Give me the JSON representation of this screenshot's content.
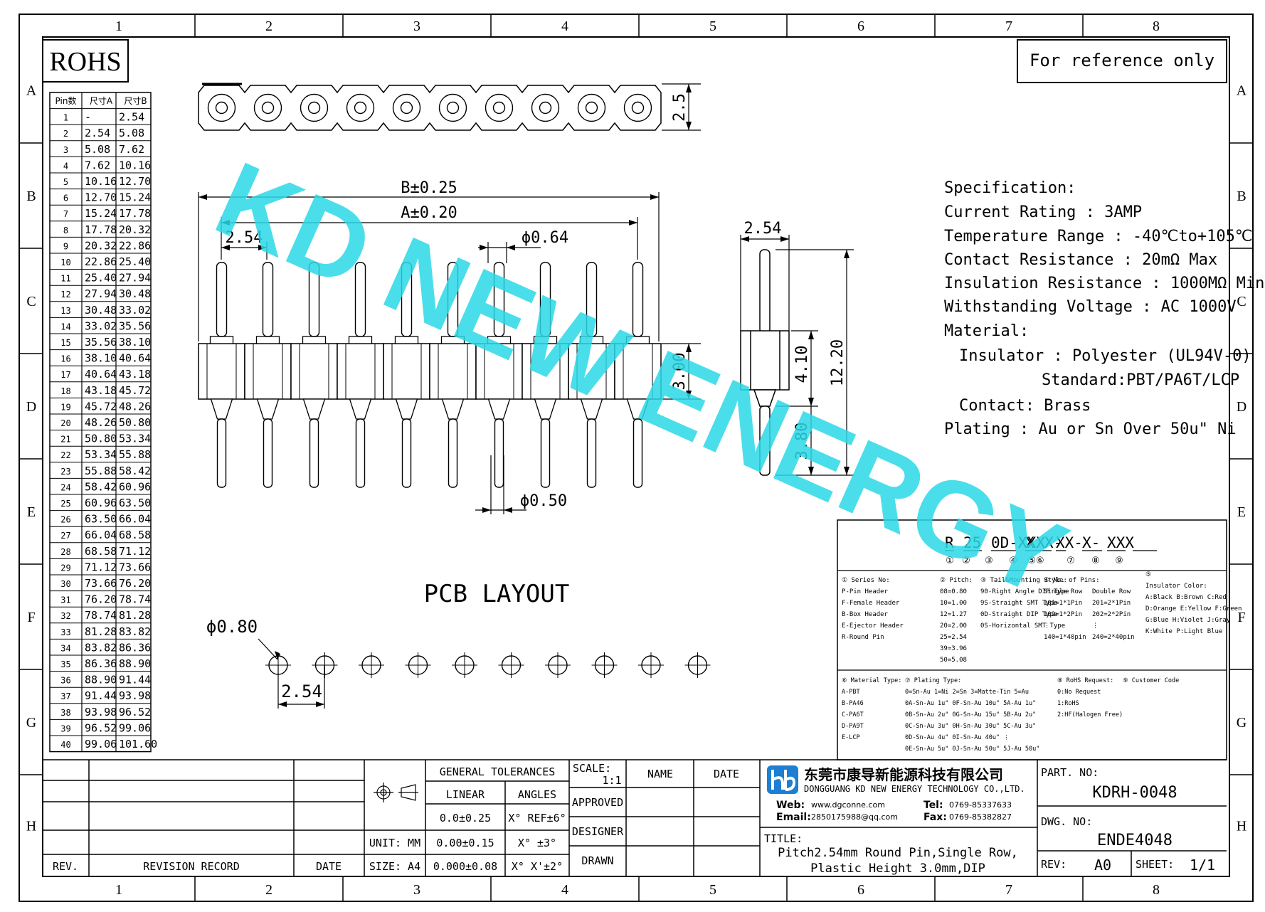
{
  "frame": {
    "col_labels": [
      "1",
      "2",
      "3",
      "4",
      "5",
      "6",
      "7",
      "8"
    ],
    "row_labels": [
      "A",
      "B",
      "C",
      "D",
      "E",
      "F",
      "G",
      "H"
    ]
  },
  "rohs": "ROHS",
  "reference": "For reference only",
  "watermark": "KD NEW ENERGY",
  "pin_table": {
    "headers": [
      "Pin数",
      "尺寸A",
      "尺寸B"
    ],
    "rows": [
      [
        "1",
        "-",
        "2.54"
      ],
      [
        "2",
        "2.54",
        "5.08"
      ],
      [
        "3",
        "5.08",
        "7.62"
      ],
      [
        "4",
        "7.62",
        "10.16"
      ],
      [
        "5",
        "10.16",
        "12.70"
      ],
      [
        "6",
        "12.70",
        "15.24"
      ],
      [
        "7",
        "15.24",
        "17.78"
      ],
      [
        "8",
        "17.78",
        "20.32"
      ],
      [
        "9",
        "20.32",
        "22.86"
      ],
      [
        "10",
        "22.86",
        "25.40"
      ],
      [
        "11",
        "25.40",
        "27.94"
      ],
      [
        "12",
        "27.94",
        "30.48"
      ],
      [
        "13",
        "30.48",
        "33.02"
      ],
      [
        "14",
        "33.02",
        "35.56"
      ],
      [
        "15",
        "35.56",
        "38.10"
      ],
      [
        "16",
        "38.10",
        "40.64"
      ],
      [
        "17",
        "40.64",
        "43.18"
      ],
      [
        "18",
        "43.18",
        "45.72"
      ],
      [
        "19",
        "45.72",
        "48.26"
      ],
      [
        "20",
        "48.26",
        "50.80"
      ],
      [
        "21",
        "50.80",
        "53.34"
      ],
      [
        "22",
        "53.34",
        "55.88"
      ],
      [
        "23",
        "55.88",
        "58.42"
      ],
      [
        "24",
        "58.42",
        "60.96"
      ],
      [
        "25",
        "60.96",
        "63.50"
      ],
      [
        "26",
        "63.50",
        "66.04"
      ],
      [
        "27",
        "66.04",
        "68.58"
      ],
      [
        "28",
        "68.58",
        "71.12"
      ],
      [
        "29",
        "71.12",
        "73.66"
      ],
      [
        "30",
        "73.66",
        "76.20"
      ],
      [
        "31",
        "76.20",
        "78.74"
      ],
      [
        "32",
        "78.74",
        "81.28"
      ],
      [
        "33",
        "81.28",
        "83.82"
      ],
      [
        "34",
        "83.82",
        "86.36"
      ],
      [
        "35",
        "86.36",
        "88.90"
      ],
      [
        "36",
        "88.90",
        "91.44"
      ],
      [
        "37",
        "91.44",
        "93.98"
      ],
      [
        "38",
        "93.98",
        "96.52"
      ],
      [
        "39",
        "96.52",
        "99.06"
      ],
      [
        "40",
        "99.06",
        "101.60"
      ]
    ]
  },
  "dims": {
    "top_height": "2.5",
    "b_dim": "B±0.25",
    "a_dim": "A±0.20",
    "pitch_front": "2.54",
    "pin_dia_top": "ϕ0.64",
    "body_height": "3.00",
    "pin_dia_bottom": "ϕ0.50",
    "side_width": "2.54",
    "side_body": "4.10",
    "side_total": "12.20",
    "side_tail": "3.80"
  },
  "pcb": {
    "title": "PCB LAYOUT",
    "hole_dia": "ϕ0.80",
    "pitch": "2.54"
  },
  "specification": {
    "heading": "Specification:",
    "lines": [
      "Current Rating : 3AMP",
      "Temperature Range : -40℃to+105℃",
      "Contact Resistance : 20mΩ Max",
      "Insulation Resistance : 1000MΩ Min",
      "Withstanding Voltage : AC 1000V",
      "Material:"
    ],
    "insulator": "Insulator : Polyester (UL94V-0)",
    "standard": "Standard:PBT/PA6T/LCP",
    "contact": "Contact: Brass",
    "plating": "Plating : Au or Sn Over 50u\" Ni"
  },
  "part_code": {
    "segments": [
      "R",
      "25",
      "0D-XXX",
      "X",
      "X-",
      "XX-",
      "X-",
      "XXX"
    ],
    "markers": [
      "①",
      "②",
      "③",
      "④",
      "⑤⑥",
      "⑦",
      "⑧",
      "⑨"
    ],
    "col1": [
      "① Series No:",
      "P-Pin Header",
      "F-Female Header",
      "B-Box Header",
      "E-Ejector Header",
      "R-Round Pin"
    ],
    "col2": [
      "② Pitch:",
      "08=0.80",
      "10=1.00",
      "12=1.27",
      "20=2.00",
      "25=2.54",
      "39=3.96",
      "50=5.08"
    ],
    "col3": [
      "③ Tail&Mounting Style:",
      "90-Right Angle DIP Type",
      "9S-Straight SMT Type",
      "0D-Straight DIP Type",
      "0S-Horizontal SMT Type"
    ],
    "col4": [
      "④ No. of Pins:",
      "Single Row",
      "101=1*1Pin",
      "102=1*2Pin",
      "⋮",
      "140=1*40pin"
    ],
    "col4b": [
      "",
      "Double Row",
      "201=2*1Pin",
      "202=2*2Pin",
      "⋮",
      "240=2*40pin"
    ],
    "col5": [
      "⑤",
      "Insulator Color:",
      "A:Black  B:Brown  C:Red",
      "D:Orange E:Yellow F:Green",
      "G:Blue   H:Violet J:Gray",
      "K:White  P:Light Blue"
    ],
    "col6": [
      "⑥ Material Type:",
      "A-PBT",
      "B-PA46",
      "C-PA6T",
      "D-PA9T",
      "E-LCP"
    ],
    "col7": [
      "⑦ Plating Type:",
      "0=Sn-Au 1=Ni 2=Sn 3=Matte-Tin 5=Au",
      "0A-Sn-Au 1u\" 0F-Sn-Au 10u\" 5A-Au 1u\"",
      "0B-Sn-Au 2u\" 0G-Sn-Au 15u\" 5B-Au 2u\"",
      "0C-Sn-Au 3u\" 0H-Sn-Au 30u\" 5C-Au 3u\"",
      "0D-Sn-Au 4u\" 0I-Sn-Au 40u\"  ⋮",
      "0E-Sn-Au 5u\" 0J-Sn-Au 50u\" 5J-Au 50u\""
    ],
    "col8": [
      "⑧ RoHS Request:",
      "0:No Request",
      "1:RoHS",
      "2:HF(Halogen Free)"
    ],
    "col9": [
      "⑨ Customer Code"
    ]
  },
  "title_block": {
    "rev": "REV.",
    "revision_record": "REVISION RECORD",
    "date": "DATE",
    "general_tolerances": "GENERAL TOLERANCES",
    "linear": "LINEAR",
    "angles": "ANGLES",
    "tol1": "0.0±0.25",
    "tol2": "0.00±0.15",
    "tol3": "0.000±0.08",
    "ang1": "X° REF±6°",
    "ang2": "X° ±3°",
    "ang3": "X° X'±2°",
    "unit": "UNIT: MM",
    "size": "SIZE: A4",
    "scale": "SCALE:",
    "scale_val": "1:1",
    "name": "NAME",
    "date2": "DATE",
    "approved": "APPROVED",
    "designer": "DESIGNER",
    "drawn": "DRAWN",
    "company_cn": "东莞市康导新能源科技有限公司",
    "company_en": "DONGGUANG KD NEW ENERGY TECHNOLOGY CO.,LTD.",
    "web_label": "Web:",
    "web": "www.dgconne.com",
    "email_label": "Email:",
    "email": "2850175988@qq.com",
    "tel_label": "Tel:",
    "tel": "0769-85337633",
    "fax_label": "Fax:",
    "fax": "0769-85382827",
    "title_label": "TITLE:",
    "title_line1": "Pitch2.54mm Round Pin,Single Row,",
    "title_line2": "Plastic Height 3.0mm,DIP",
    "part_no_label": "PART. NO:",
    "part_no": "KDRH-0048",
    "dwg_no_label": "DWG. NO:",
    "dwg_no": "ENDE4048",
    "rev_label": "REV:",
    "rev_val": "A0",
    "sheet_label": "SHEET:",
    "sheet_val": "1/1"
  },
  "colors": {
    "watermark": "#2ad8e8",
    "logo": "#1d7fd1"
  }
}
